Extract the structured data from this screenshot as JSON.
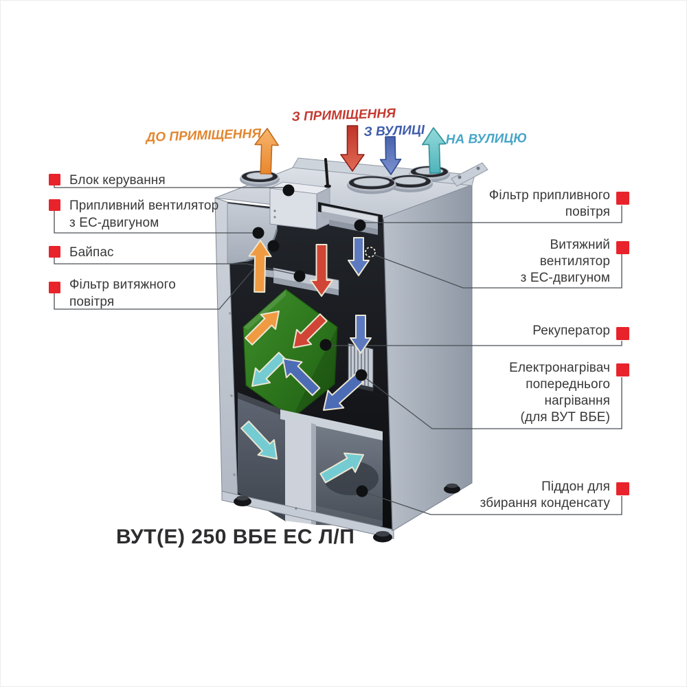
{
  "title": {
    "model_name": "ВУТ(Е) 250 ВБЕ ЕС Л/П"
  },
  "flow_labels": {
    "to_room": "ДО ПРИМІЩЕННЯ",
    "from_room": "З ПРИМІЩЕННЯ",
    "from_street": "З ВУЛИЦІ",
    "to_street": "НА ВУЛИЦЮ"
  },
  "component_labels": {
    "left": [
      {
        "lines": [
          "Блок керування"
        ]
      },
      {
        "lines": [
          "Припливний вентилятор",
          "з ЕС-двигуном"
        ]
      },
      {
        "lines": [
          "Байпас"
        ]
      },
      {
        "lines": [
          "Фільтр витяжного",
          "повітря"
        ]
      }
    ],
    "right": [
      {
        "lines": [
          "Фільтр припливного",
          "повітря"
        ]
      },
      {
        "lines": [
          "Витяжний",
          "вентилятор",
          "з ЕС-двигуном"
        ]
      },
      {
        "lines": [
          "Рекуператор"
        ]
      },
      {
        "lines": [
          "Електронагрівач",
          "попереднього",
          "нагрівання",
          "(для ВУТ ВБЕ)"
        ]
      },
      {
        "lines": [
          "Піддон для",
          "збирання конденсату"
        ]
      }
    ]
  },
  "colors": {
    "orange": "#f09a42",
    "orange_dark": "#bf6a1e",
    "orange_text": "#e2862f",
    "red": "#d04536",
    "red_dark": "#8e2117",
    "red_text": "#c43a31",
    "blue": "#5d7ac0",
    "blue_deep": "#4d6cb6",
    "blue_dark": "#2e4a8e",
    "blue_text": "#3f5dab",
    "teal": "#68c7ca",
    "teal_dark": "#2f9097",
    "teal_text": "#48a6c9",
    "cyan": "#74ccd2",
    "green": "#2e7d1e",
    "green_dark": "#19520e",
    "marker": "#e8232b",
    "leader": "#4a4f55",
    "dot": "#101113",
    "label_text": "#383838",
    "title_text": "#2d2d2f",
    "cream": "#ece7d3"
  }
}
